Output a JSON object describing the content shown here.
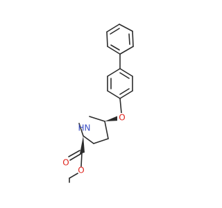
{
  "atom_labels": {
    "oxygen_ether": "O",
    "nitrogen": "N",
    "hydrogen_on_n": "H",
    "oxygen_carbonyl": "O",
    "oxygen_ester": "O"
  },
  "colors": {
    "bond": "#2b2b2b",
    "oxygen": "#e0221b",
    "nitrogen": "#3b4fc4"
  }
}
